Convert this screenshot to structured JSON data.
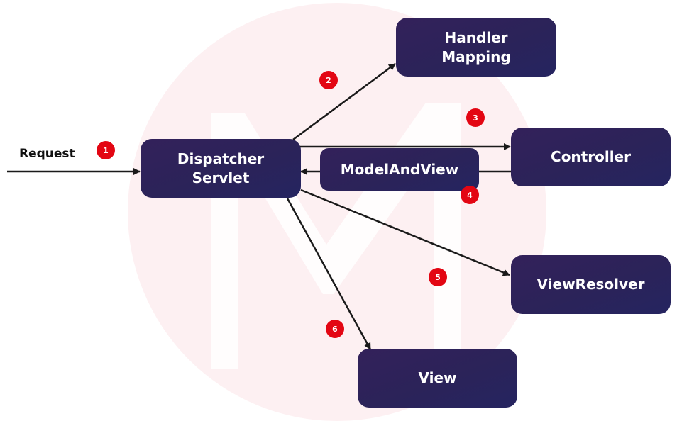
{
  "colors": {
    "node": "#2b2359",
    "badge": "#e30613",
    "arrow": "#1a1a1a",
    "watermark_circle": "#fdf0f2"
  },
  "request_label": "Request",
  "nodes": {
    "dispatcher": [
      "Dispatcher",
      "Servlet"
    ],
    "handler": [
      "Handler",
      "Mapping"
    ],
    "controller": "Controller",
    "modelandview": "ModelAndView",
    "viewresolver": "ViewResolver",
    "view": "View"
  },
  "steps": [
    "1",
    "2",
    "3",
    "4",
    "5",
    "6"
  ]
}
